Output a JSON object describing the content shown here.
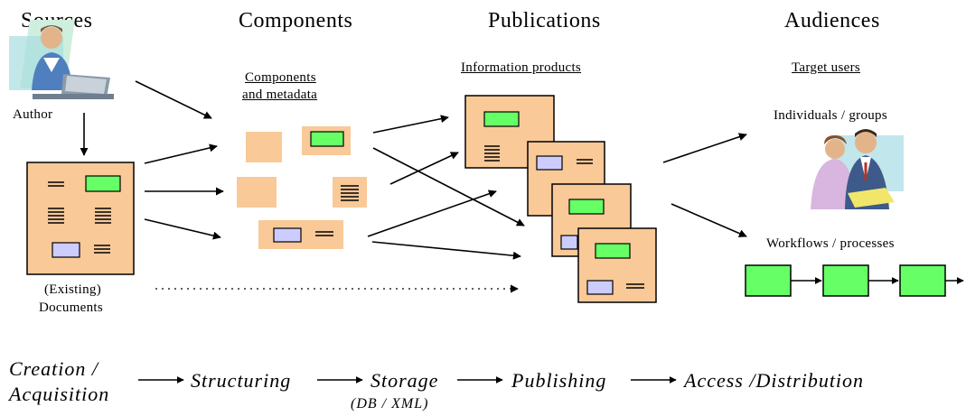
{
  "colors": {
    "document": "#f9c998",
    "highlight": "#66ff66",
    "text_box": "#ccccff",
    "line": "#000000"
  },
  "headers": {
    "sources": "Sources",
    "components": "Components",
    "publications": "Publications",
    "audiences": "Audiences"
  },
  "sublabels": {
    "components_line1": "Components",
    "components_line2": "and metadata",
    "information_products": "Information products",
    "target_users": "Target users"
  },
  "labels": {
    "author": "Author",
    "existing_line1": "(Existing)",
    "existing_line2": "Documents",
    "individuals_groups": "Individuals / groups",
    "workflows_processes": "Workflows / processes"
  },
  "icons": {
    "author": "person-at-laptop-icon",
    "individuals": "two-people-icon"
  },
  "flow": {
    "step1_line1": "Creation /",
    "step1_line2": "Acquisition",
    "step2": "Structuring",
    "step3": "Storage",
    "step3_sub": "(DB / XML)",
    "step4": "Publishing",
    "step5": "Access /Distribution"
  }
}
